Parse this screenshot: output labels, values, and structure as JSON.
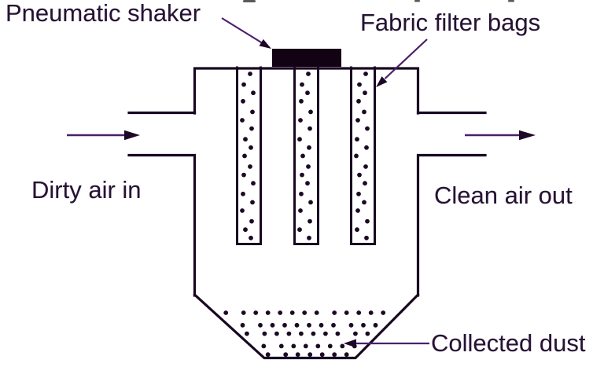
{
  "diagram": {
    "subject": "fabric-filter-baghouse-dust-collector",
    "labels": {
      "pneumatic_shaker": "Pneumatic shaker",
      "fabric_filter_bags": "Fabric filter bags",
      "dirty_air_in": "Dirty air in",
      "clean_air_out": "Clean air out",
      "collected_dust": "Collected dust"
    },
    "components": {
      "filter_bag_count": 3,
      "flow_direction": "left to right"
    }
  },
  "colors": {
    "bg": "#ffffff",
    "line": "#190722",
    "text": "#251331",
    "arrow": "#4b1f6b",
    "arrowhead": "#1d0827",
    "dot": "#1c0a24",
    "shaker": "#120213",
    "fragment": "#5a5a5a"
  }
}
